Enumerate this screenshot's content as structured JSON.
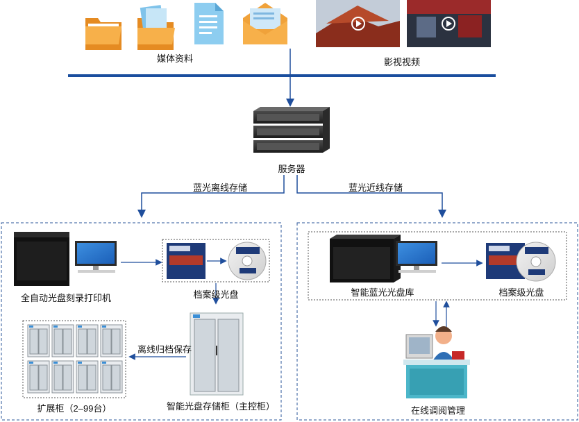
{
  "sources": {
    "media_label": "媒体资料",
    "video_label": "影视视频"
  },
  "server": {
    "label": "服务器"
  },
  "branches": {
    "offline_label": "蓝光离线存储",
    "nearline_label": "蓝光近线存储"
  },
  "offline_panel": {
    "printer_label": "全自动光盘刻录打印机",
    "disc_label": "档案级光盘",
    "cabinet_label": "智能光盘存储柜（主控柜）",
    "archive_label": "离线归档保存",
    "expansion_label": "扩展柜（2–99台）"
  },
  "nearline_panel": {
    "library_label": "智能蓝光光盘库",
    "disc_label": "档案级光盘",
    "review_label": "在线调阅管理"
  },
  "colors": {
    "arrow_blue": "#1f4e9c",
    "bar_blue": "#1a4e9e",
    "folder_orange": "#f0a23a",
    "dashed_border": "#2a5599"
  }
}
